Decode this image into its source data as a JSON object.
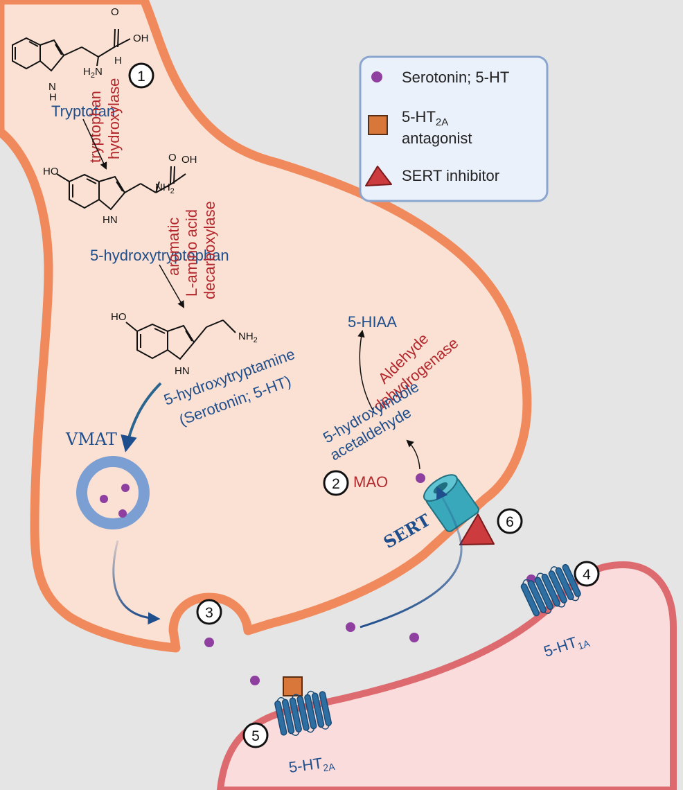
{
  "colors": {
    "background": "#e5e5e5",
    "presynaptic_fill": "#fbe1d3",
    "presynaptic_stroke": "#f08a5d",
    "postsynaptic_fill": "#fadcdc",
    "postsynaptic_stroke": "#dd6a6f",
    "serotonin_dot": "#8e3fa0",
    "antagonist": "#d9773a",
    "sert_inhibitor": "#cc3b3e",
    "sert_transporter": "#3aa8bb",
    "receptor": "#2e6fa3",
    "vesicle": "#7b9ed3",
    "legend_bg": "#eaf1fb",
    "legend_border": "#8aa6cf",
    "text_blue": "#1f4e8c",
    "text_red": "#b3282d"
  },
  "legend": {
    "serotonin": "Serotonin; 5-HT",
    "antagonist_line1": "5-HT",
    "antagonist_sub": "2A",
    "antagonist_line2": "antagonist",
    "sert_inhibitor": "SERT inhibitor"
  },
  "pathway": {
    "tryptofan": "Tryptofan",
    "enzyme1_line1": "tryptophan",
    "enzyme1_line2": "hydroxylase",
    "hydroxytryptophan": "5-hydroxytryptophan",
    "enzyme2_line1": "aromatic",
    "enzyme2_line2": "L-amino acid",
    "enzyme2_line3": "decarboxylase",
    "serotonin_line1": "5-hydroxytryptamine",
    "serotonin_line2": "(Serotonin; 5-HT)",
    "hiaa": "5-HIAA",
    "enzyme3_line1": "Aldehyde",
    "enzyme3_line2": "dehydrogenase",
    "intermediate_line1": "5-hydroxyindole",
    "intermediate_line2": "acetaldehyde",
    "mao": "MAO"
  },
  "chem_labels": {
    "oh": "OH",
    "o": "O",
    "h2n": "H",
    "h2n_sub": "2",
    "h2n_n": "N",
    "h": "H",
    "nh": "N",
    "nh2": "NH",
    "nh2_sub": "2",
    "ho": "HO",
    "hn": "HN"
  },
  "labels": {
    "vmat": "VMAT",
    "sert": "SERT",
    "r1a_prefix": "5-HT",
    "r1a_sub": "1A",
    "r2a_prefix": "5-HT",
    "r2a_sub": "2A"
  },
  "markers": [
    "1",
    "2",
    "3",
    "4",
    "5",
    "6"
  ]
}
